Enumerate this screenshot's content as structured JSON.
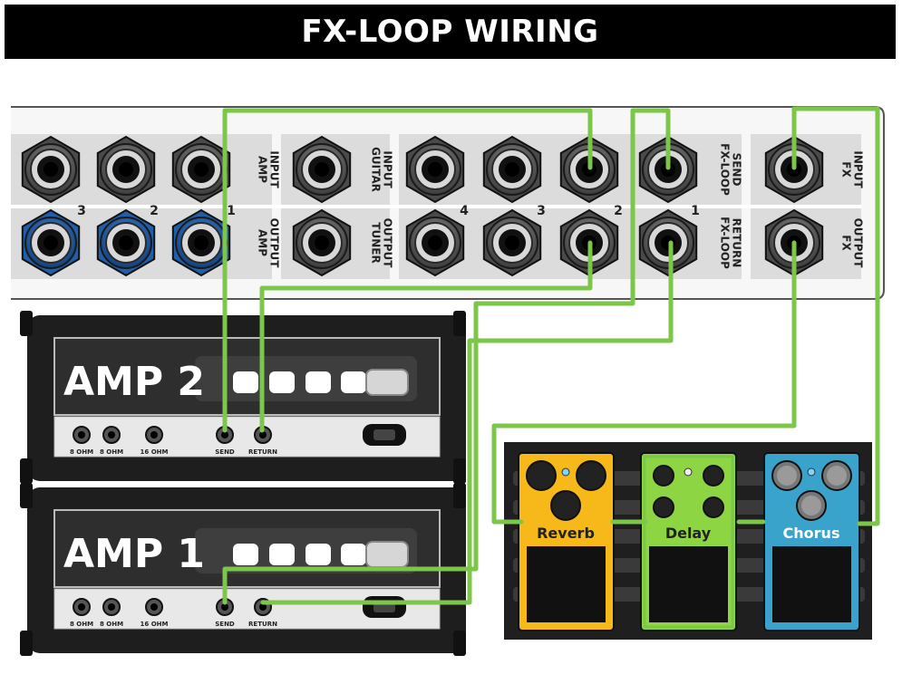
{
  "title": "FX-LOOP WIRING",
  "switcher": {
    "top_labels": {
      "amp_input": [
        "AMP",
        "INPUT"
      ],
      "guitar_input": [
        "GUITAR",
        "INPUT"
      ],
      "fx_loop_send": [
        "FX-LOOP",
        "SEND"
      ],
      "fx_input": [
        "FX",
        "INPUT"
      ]
    },
    "bottom_labels": {
      "amp_output": [
        "AMP",
        "OUTPUT"
      ],
      "tuner_output": [
        "TUNER",
        "OUTPUT"
      ],
      "fx_loop_return": [
        "FX-LOOP",
        "RETURN"
      ],
      "fx_output": [
        "FX",
        "OUTPUT"
      ]
    },
    "amp_numbers": [
      "3",
      "2",
      "1"
    ],
    "loop_numbers": [
      "4",
      "3",
      "2",
      "1"
    ]
  },
  "amps": [
    {
      "name": "AMP 2",
      "jacks": [
        "8 OHM",
        "8 OHM",
        "16 OHM"
      ],
      "send_label": "SEND",
      "return_label": "RETURN"
    },
    {
      "name": "AMP 1",
      "jacks": [
        "8 OHM",
        "8 OHM",
        "16 OHM"
      ],
      "send_label": "SEND",
      "return_label": "RETURN"
    }
  ],
  "pedals": [
    {
      "name": "Reverb",
      "color": "#f7b819"
    },
    {
      "name": "Delay",
      "color": "#8ed543"
    },
    {
      "name": "Chorus",
      "color": "#3aa3cc"
    }
  ],
  "colors": {
    "cable": "#7cc64a",
    "blue_jack": "#1e5fa8",
    "panel": "#e8e8e8"
  }
}
